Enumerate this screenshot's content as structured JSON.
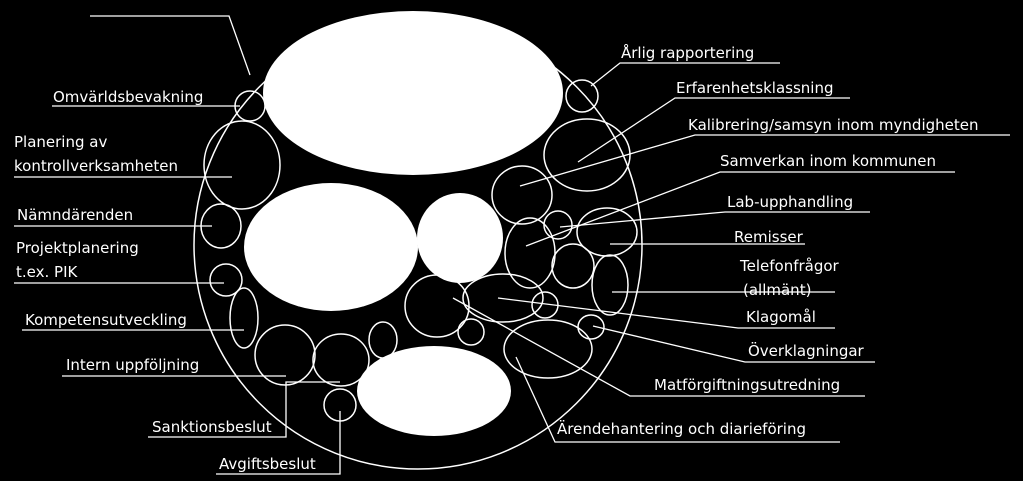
{
  "colors": {
    "background": "#000000",
    "foreground": "#ffffff"
  },
  "labels": {
    "omvarldsbevakning": "Omvärldsbevakning",
    "planering_line1": "Planering av",
    "planering_line2": "kontrollverksamheten",
    "namndarenden": "Nämndärenden",
    "projektplanering_line1": "Projektplanering",
    "projektplanering_line2": "t.ex. PIK",
    "kompetensutveckling": "Kompetensutveckling",
    "intern_uppfoljning": "Intern uppföljning",
    "sanktionsbeslut": "Sanktionsbeslut",
    "avgiftsbeslut": "Avgiftsbeslut",
    "arlig_rapportering": "Årlig rapportering",
    "erfarenhetsklassning": "Erfarenhetsklassning",
    "kalibrering": "Kalibrering/samsyn inom myndigheten",
    "samverkan": "Samverkan inom kommunen",
    "lab_upphandling": "Lab-upphandling",
    "remisser": "Remisser",
    "telefonfragor_line1": "Telefonfrågor",
    "telefonfragor_line2": "(allmänt)",
    "klagomal": "Klagomål",
    "overklagningar": "Överklagningar",
    "matforgiftning": "Matförgiftningsutredning",
    "arendehantering": "Ärendehantering och diarieföring"
  }
}
